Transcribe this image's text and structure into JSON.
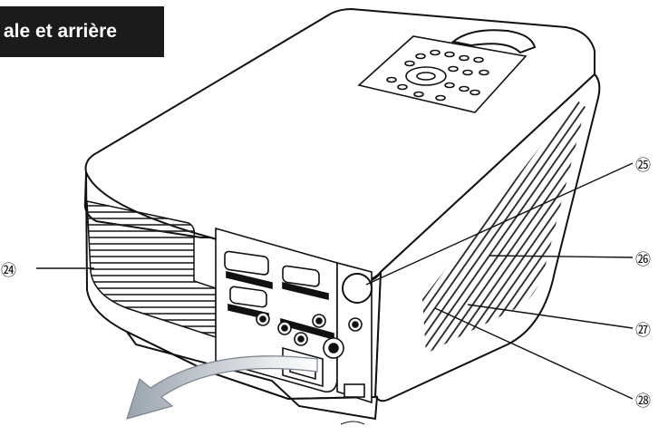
{
  "header": {
    "title": "ale et arrière"
  },
  "callouts": [
    {
      "number": "24",
      "glyph": "㉔"
    },
    {
      "number": "25",
      "glyph": "㉕"
    },
    {
      "number": "26",
      "glyph": "㉖"
    },
    {
      "number": "27",
      "glyph": "㉗"
    },
    {
      "number": "28",
      "glyph": "㉘"
    }
  ],
  "colors": {
    "header_bg": "#1b1b1b",
    "header_text": "#ffffff",
    "line": "#111111",
    "arrow_gradient_start": "#9aa3ad",
    "arrow_gradient_end": "#ffffff"
  }
}
